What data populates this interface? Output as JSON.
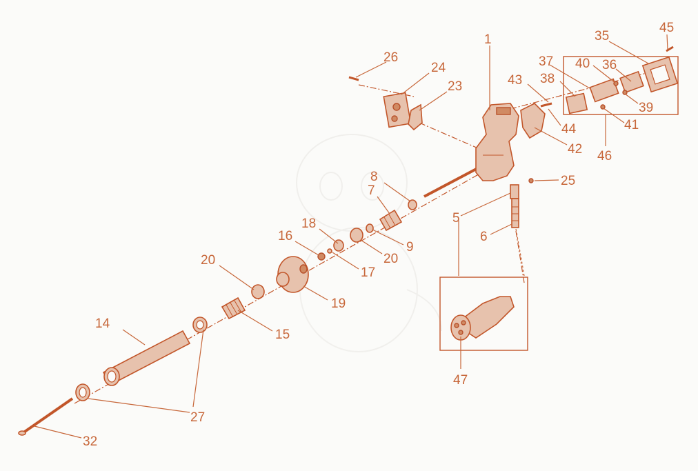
{
  "colors": {
    "accent": "#c7673a",
    "line": "#c2562a",
    "fill": "#e7c2ad",
    "background": "#fbfbf9"
  },
  "labels": {
    "l1": "1",
    "l5": "5",
    "l6": "6",
    "l7": "7",
    "l8": "8",
    "l9": "9",
    "l14": "14",
    "l15": "15",
    "l16": "16",
    "l17": "17",
    "l18": "18",
    "l19": "19",
    "l20a": "20",
    "l20b": "20",
    "l23": "23",
    "l24": "24",
    "l25": "25",
    "l26": "26",
    "l27": "27",
    "l32": "32",
    "l35": "35",
    "l36": "36",
    "l37": "37",
    "l38": "38",
    "l39": "39",
    "l40": "40",
    "l41": "41",
    "l42": "42",
    "l43": "43",
    "l44": "44",
    "l45": "45",
    "l46": "46",
    "l47": "47"
  }
}
